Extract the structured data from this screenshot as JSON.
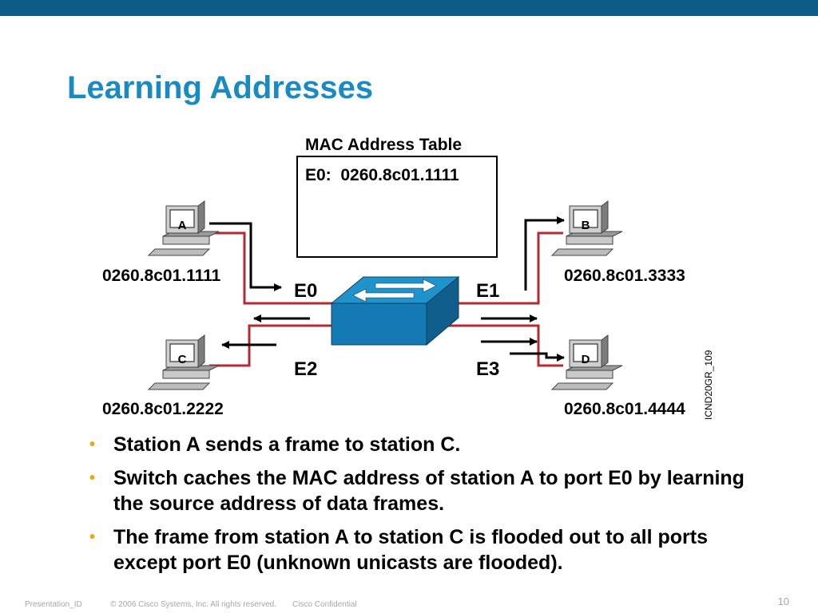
{
  "slide": {
    "title": "Learning Addresses",
    "footer": {
      "presentation_id": "Presentation_ID",
      "copyright": "© 2006 Cisco Systems, Inc. All rights reserved.",
      "confidential": "Cisco Confidential",
      "page_number": "10"
    }
  },
  "diagram": {
    "table_title": "MAC Address Table",
    "table_entries": [
      "E0:  0260.8c01.1111"
    ],
    "figure_id": "ICND20GR_109",
    "stations": {
      "a": {
        "label": "A",
        "mac": "0260.8c01.1111"
      },
      "b": {
        "label": "B",
        "mac": "0260.8c01.3333"
      },
      "c": {
        "label": "C",
        "mac": "0260.8c01.2222"
      },
      "d": {
        "label": "D",
        "mac": "0260.8c01.4444"
      }
    },
    "ports": {
      "e0": "E0",
      "e1": "E1",
      "e2": "E2",
      "e3": "E3"
    },
    "colors": {
      "link": "#b52a33",
      "switch_top": "#1f94cc",
      "switch_front": "#137ab3",
      "switch_side": "#0f5e8c",
      "arrow": "#000000"
    }
  },
  "bullets": [
    "Station A sends a frame to station C.",
    "Switch caches the MAC address of station A to port E0 by learning the source address of data frames.",
    "The frame from station A to station C is flooded out to all ports except port E0 (unknown unicasts are flooded)."
  ],
  "theme": {
    "title_color": "#1a8bc1",
    "bar_color": "#0b5c86",
    "bullet_color": "#f0a30a"
  }
}
